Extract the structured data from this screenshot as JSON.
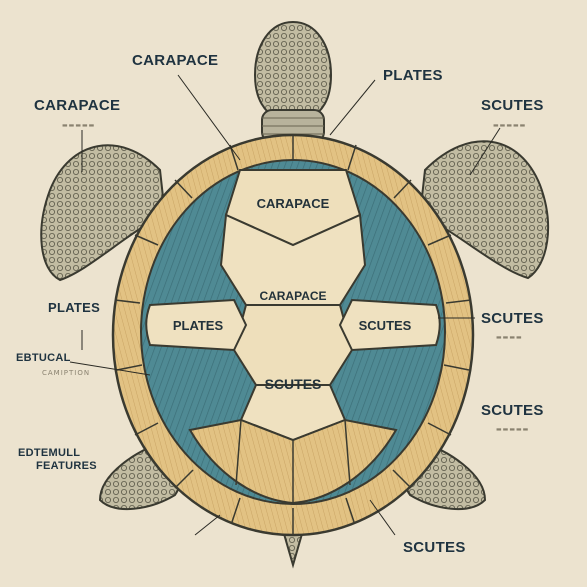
{
  "labels": {
    "carapace_top": "CARAPACE",
    "carapace_left": "CARAPACE",
    "carapace_left_sub": "▬▬▬▬▬",
    "plates_top": "PLATES",
    "scutes_right_top": "SCUTES",
    "scutes_right_top_sub": "▬▬▬▬▬",
    "plates_left": "PLATES",
    "scutes_right_mid": "SCUTES",
    "scutes_right_mid_sub": "▬▬▬▬",
    "left_mid_line1": "EBTUCAL",
    "left_mid_line2": "CAMIPTION",
    "scutes_right_low": "SCUTES",
    "scutes_right_low_sub": "▬▬▬▬▬",
    "left_low_line1": "EDTEMULL",
    "left_low_line2": "FEATURES",
    "scutes_bottom": "SCUTES"
  },
  "shell_labels": {
    "carapace_upper": "CARAPACE",
    "carapace_center": "CARAPACE",
    "plates": "PLATES",
    "scutes_inner": "SCUTES",
    "scutes_lower": "SCUTES"
  },
  "colors": {
    "background": "#ece3cf",
    "teal": "#4f8a94",
    "sand": "#e6c98c",
    "cream": "#efe1c0",
    "outline": "#3a3a30",
    "skin": "#b9b49c"
  }
}
